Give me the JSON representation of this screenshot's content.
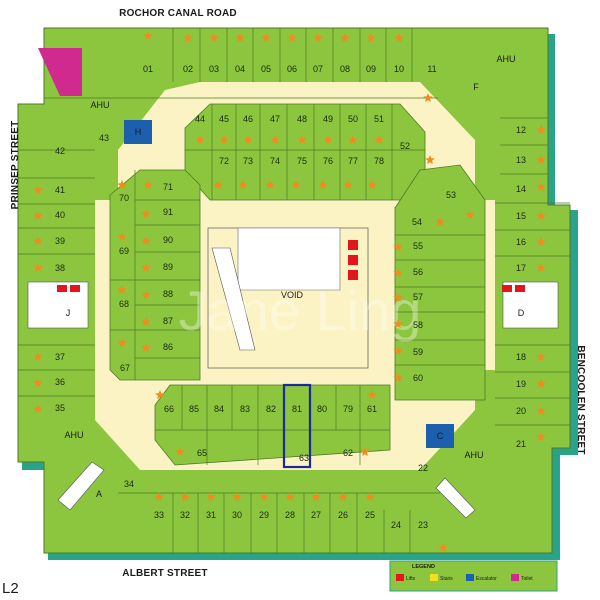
{
  "level": "L2",
  "streets": {
    "north": "ROCHOR CANAL ROAD",
    "south": "ALBERT STREET",
    "west": "PRINSEP STREET",
    "east": "BENCOOLEN STREET"
  },
  "zones": {
    "void": "VOID",
    "ahu": "AHU",
    "lift_cores": [
      "A",
      "C",
      "D",
      "F",
      "H",
      "J"
    ]
  },
  "units": [
    "01",
    "02",
    "03",
    "04",
    "05",
    "06",
    "07",
    "08",
    "09",
    "10",
    "11",
    "12",
    "13",
    "14",
    "15",
    "16",
    "17",
    "18",
    "19",
    "20",
    "21",
    "22",
    "23",
    "24",
    "25",
    "26",
    "27",
    "28",
    "29",
    "30",
    "31",
    "32",
    "33",
    "34",
    "35",
    "36",
    "37",
    "38",
    "39",
    "40",
    "41",
    "42",
    "43",
    "44",
    "45",
    "46",
    "47",
    "48",
    "49",
    "50",
    "51",
    "52",
    "53",
    "54",
    "55",
    "56",
    "57",
    "58",
    "59",
    "60",
    "61",
    "62",
    "63",
    "65",
    "66",
    "67",
    "68",
    "69",
    "70",
    "71",
    "72",
    "73",
    "74",
    "75",
    "76",
    "77",
    "78",
    "79",
    "80",
    "81",
    "82",
    "83",
    "84",
    "85",
    "86",
    "87",
    "88",
    "89",
    "90",
    "91"
  ],
  "highlighted_unit": "81",
  "watermark": "Jane Ling",
  "legend": {
    "title": "LEGEND",
    "items": [
      {
        "label": "Lifts",
        "color": "#e3161e"
      },
      {
        "label": "Stairs",
        "color": "#f2e01b"
      },
      {
        "label": "Escalator",
        "color": "#1c5fae"
      },
      {
        "label": "Toilet",
        "color": "#d02a8e"
      }
    ]
  },
  "colors": {
    "unit_fill": "#8cc63f",
    "corridor": "#fbf3c4",
    "outer_shadow": "#2aa38b",
    "star": "#ef8c1f",
    "highlight": "#1b2a9e"
  }
}
